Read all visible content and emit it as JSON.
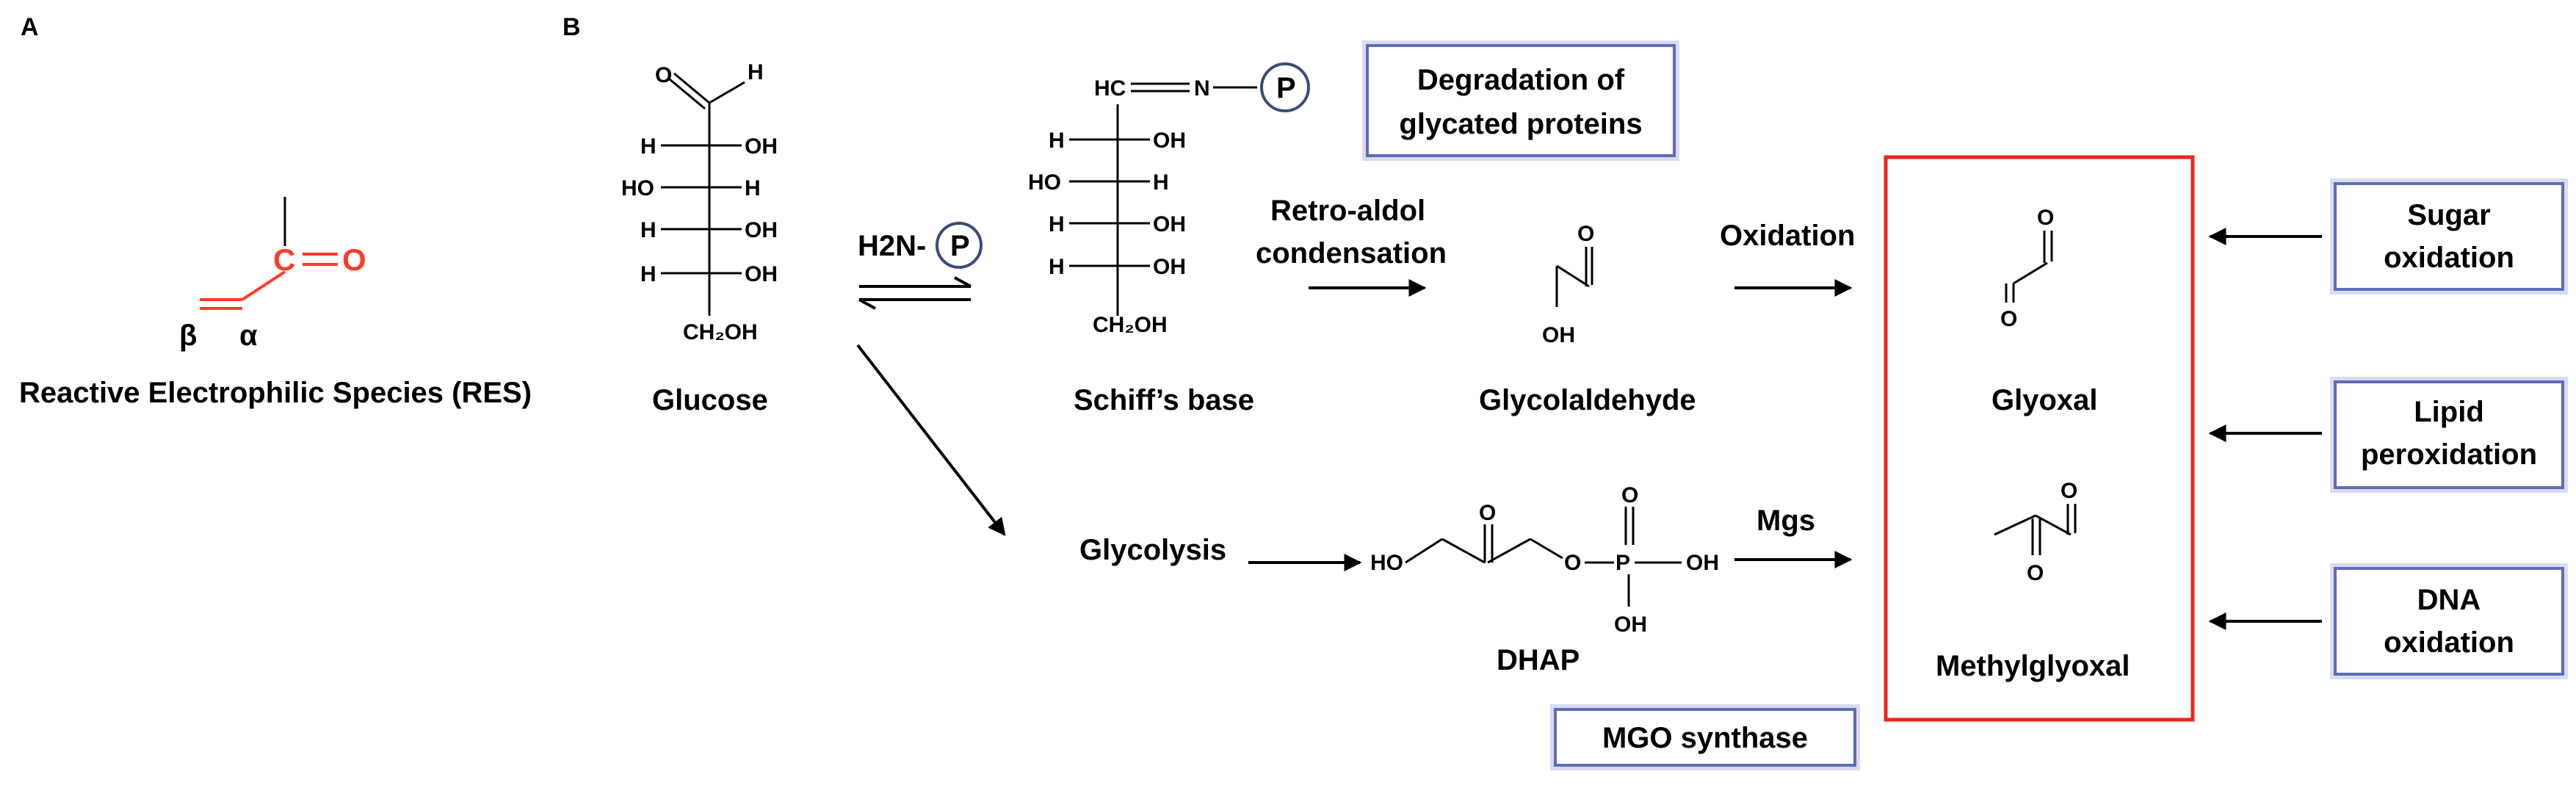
{
  "panels": {
    "a": "A",
    "b": "B"
  },
  "res": {
    "carbon": "C",
    "oxygen": "O",
    "beta": "β",
    "alpha": "α",
    "caption": "Reactive Electrophilic Species (RES)"
  },
  "glucose": {
    "name": "Glucose",
    "top_o": "O",
    "top_h": "H",
    "rows": [
      {
        "left": "H",
        "right": "OH"
      },
      {
        "left": "HO",
        "right": "H"
      },
      {
        "left": "H",
        "right": "OH"
      },
      {
        "left": "H",
        "right": "OH"
      }
    ],
    "bottom": "CH₂OH"
  },
  "amine": {
    "prefix": "H2N-",
    "p": "P"
  },
  "schiff": {
    "name": "Schiff’s base",
    "hc": "HC",
    "n": "N",
    "p": "P",
    "rows": [
      {
        "left": "H",
        "right": "OH"
      },
      {
        "left": "HO",
        "right": "H"
      },
      {
        "left": "H",
        "right": "OH"
      },
      {
        "left": "H",
        "right": "OH"
      }
    ],
    "bottom": "CH₂OH"
  },
  "steps": {
    "retro1": "Retro-aldol",
    "retro2": "condensation",
    "oxidation": "Oxidation",
    "glycolysis": "Glycolysis",
    "mgs": "Mgs"
  },
  "glycolaldehyde": {
    "name": "Glycolaldehyde",
    "o": "O",
    "oh": "OH"
  },
  "dhap": {
    "name": "DHAP",
    "ho": "HO",
    "o_keto": "O",
    "o_ester": "O",
    "p": "P",
    "o_top": "O",
    "oh_right": "OH",
    "oh_bottom": "OH"
  },
  "glyoxal": {
    "name": "Glyoxal",
    "o1": "O",
    "o2": "O"
  },
  "methylglyoxal": {
    "name": "Methylglyoxal",
    "o1": "O",
    "o2": "O"
  },
  "boxes": {
    "degradation": [
      "Degradation of",
      "glycated proteins"
    ],
    "sugar": [
      "Sugar",
      "oxidation"
    ],
    "lipid": [
      "Lipid",
      "peroxidation"
    ],
    "dna": [
      "DNA",
      "oxidation"
    ],
    "mgo": "MGO synthase"
  },
  "colors": {
    "res_red": "#ff3a2a",
    "product_box": "#e8271f",
    "source_box_border": "#5f6bb8",
    "source_box_glow": "#d9dcf0",
    "p_circle": "#3b4a7a"
  }
}
